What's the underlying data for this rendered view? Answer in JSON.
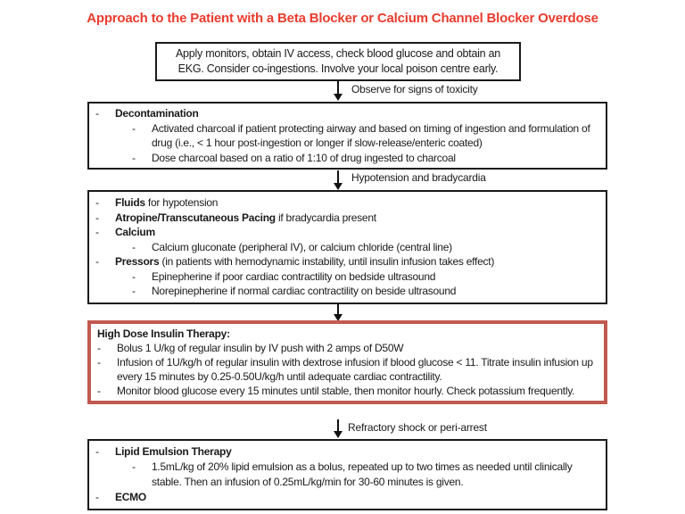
{
  "bullet": "-",
  "title": "Approach to the Patient with a Beta Blocker or Calcium Channel Blocker Overdose",
  "colors": {
    "title_red": "#ea3b2d",
    "box_border_black": "#1a1a1a",
    "insulin_box_border": "#c05a50"
  },
  "initial_box": {
    "text": "Apply monitors, obtain IV access, check blood glucose and obtain an EKG. Consider co-ingestions. Involve your local poison centre early."
  },
  "arrows": {
    "toxicity_label": "Observe for signs of toxicity",
    "hypotension_label": "Hypotension and bradycardia",
    "refractory_label": "Refractory shock or peri-arrest"
  },
  "decontamination_box": {
    "item0": {
      "bold": "Decontamination",
      "rest": ""
    },
    "item1": {
      "text": "Activated charcoal if patient protecting airway and based on timing of ingestion and formulation of drug (i.e., < 1 hour post-ingestion or longer if slow-release/enteric coated)"
    },
    "item2": {
      "text": "Dose charcoal based on a ratio of 1:10 of drug ingested to charcoal"
    }
  },
  "hemodynamic_box": {
    "item0": {
      "bold": "Fluids",
      "rest": " for hypotension"
    },
    "item1": {
      "bold": "Atropine/Transcutaneous Pacing",
      "rest": " if bradycardia present"
    },
    "item2": {
      "bold": "Calcium",
      "rest": ""
    },
    "item3": {
      "text": "Calcium gluconate (peripheral IV), or calcium chloride (central line)"
    },
    "item4": {
      "bold": "Pressors",
      "rest": " (in patients with hemodynamic instability, until insulin infusion takes effect)"
    },
    "item5": {
      "text": "Epinepherine if poor cardiac contractility on bedside ultrasound"
    },
    "item6": {
      "text": "Norepinepherine if normal cardiac contractility on beside ultrasound"
    }
  },
  "insulin_box": {
    "heading": "High Dose Insulin Therapy:",
    "item0": {
      "text": "Bolus 1 U/kg of regular insulin by IV push with 2 amps of D50W"
    },
    "item1": {
      "text": "Infusion of 1U/kg/h of regular insulin with dextrose infusion if blood glucose < 11. Titrate insulin infusion up every 15 minutes by 0.25-0.50U/kg/h until adequate cardiac contractility."
    },
    "item2": {
      "text": "Monitor blood glucose every 15 minutes until stable, then monitor hourly. Check potassium frequently."
    }
  },
  "refractory_box": {
    "item0": {
      "bold": "Lipid Emulsion Therapy",
      "rest": ""
    },
    "item1": {
      "text": "1.5mL/kg of 20% lipid emulsion as a bolus, repeated up to two times as needed until clinically stable. Then an infusion of 0.25mL/kg/min for 30-60 minutes is given."
    },
    "item2": {
      "bold": "ECMO",
      "rest": ""
    }
  }
}
